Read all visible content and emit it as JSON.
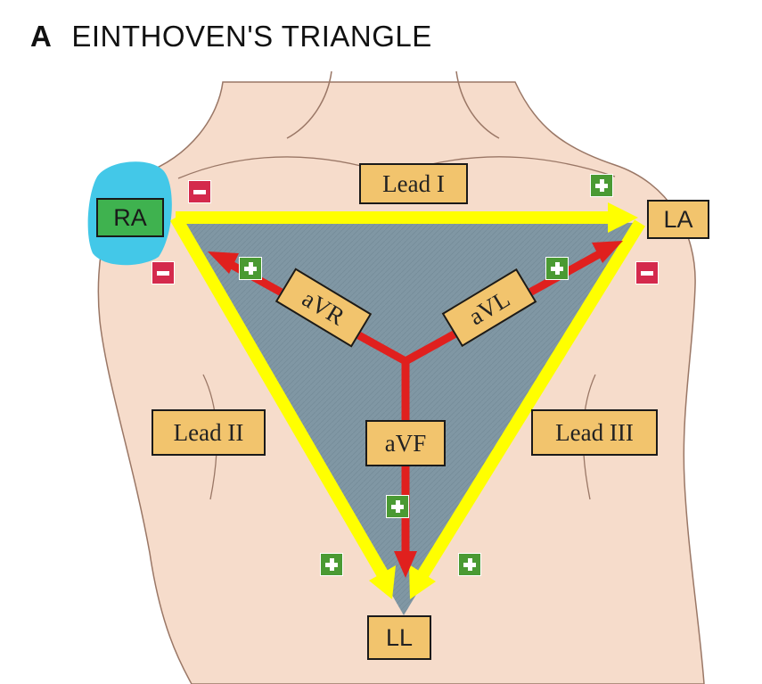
{
  "figure": {
    "panel_letter": "A",
    "title": "EINTHOVEN'S TRIANGLE"
  },
  "colors": {
    "skin": "#f6dccb",
    "skin_outline": "#8f6f5f",
    "triangle_fill": "#8097a4",
    "limb_leads": "#ffff00",
    "augmented_leads": "#e0201e",
    "label_fill": "#f2c46d",
    "highlight": "#43c8e8",
    "ra_box": "#3fb24f"
  },
  "electrodes": {
    "ra": "RA",
    "la": "LA",
    "ll": "LL"
  },
  "leads": {
    "lead_i": "Lead I",
    "lead_ii": "Lead II",
    "lead_iii": "Lead III",
    "avr": "aVR",
    "avl": "aVL",
    "avf": "aVF"
  },
  "polarity": {
    "minus": "minus-sign",
    "plus": "plus-sign"
  }
}
